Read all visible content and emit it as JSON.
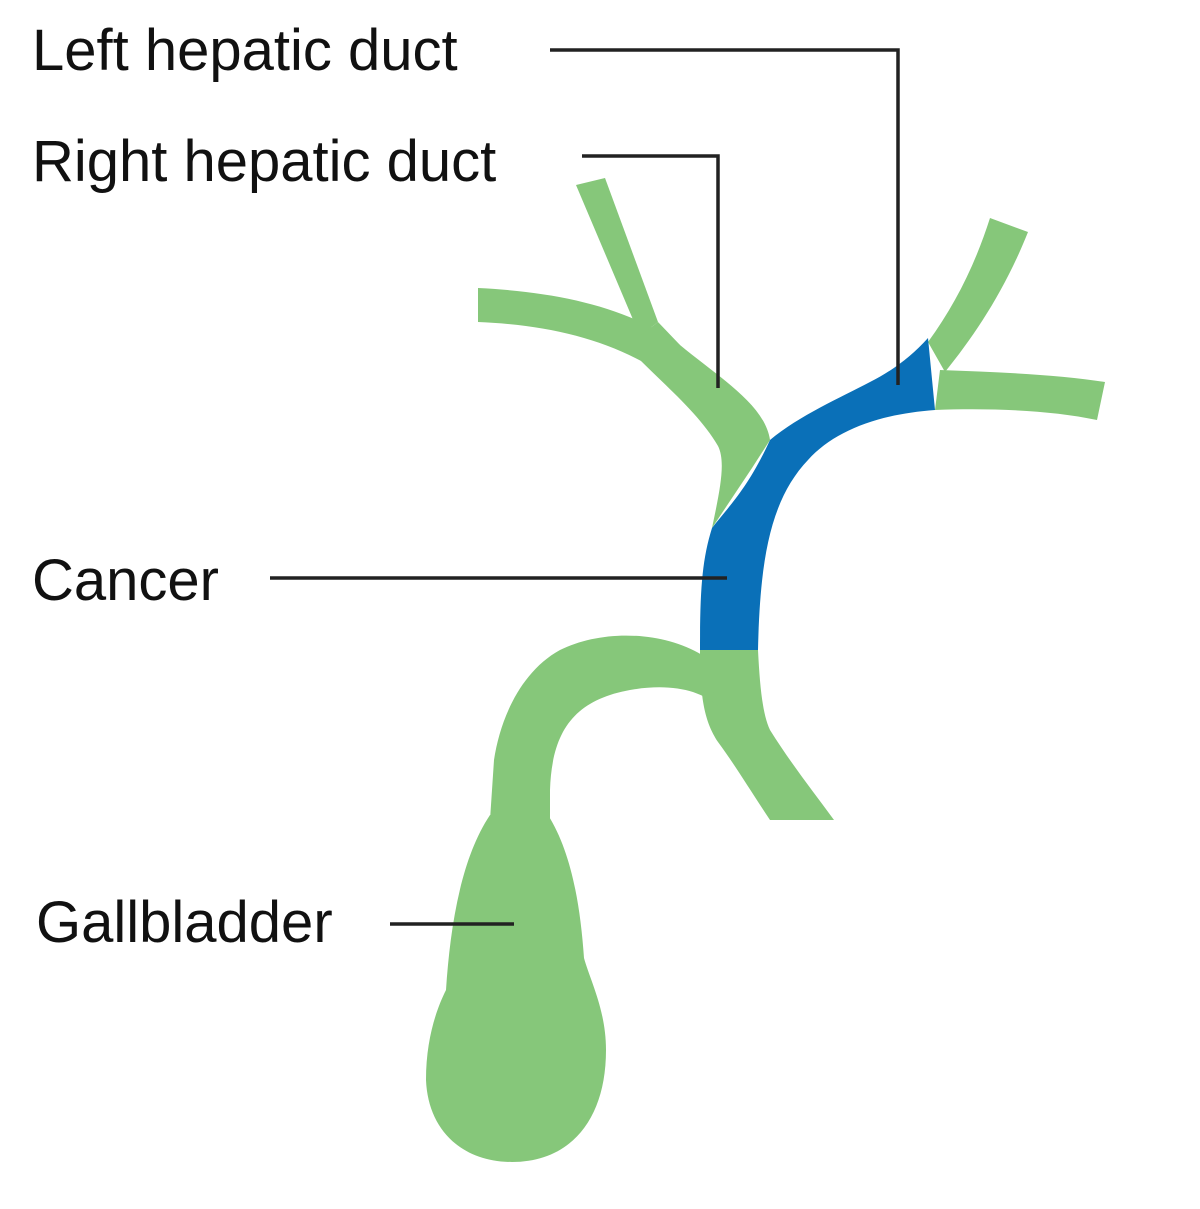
{
  "labels": {
    "left_hepatic_duct": "Left hepatic duct",
    "right_hepatic_duct": "Right hepatic duct",
    "cancer": "Cancer",
    "gallbladder": "Gallbladder"
  },
  "colors": {
    "duct": "#86c77a",
    "cancer": "#0a70b8",
    "leader_line": "#222222",
    "text": "#111111",
    "background": "#ffffff"
  }
}
